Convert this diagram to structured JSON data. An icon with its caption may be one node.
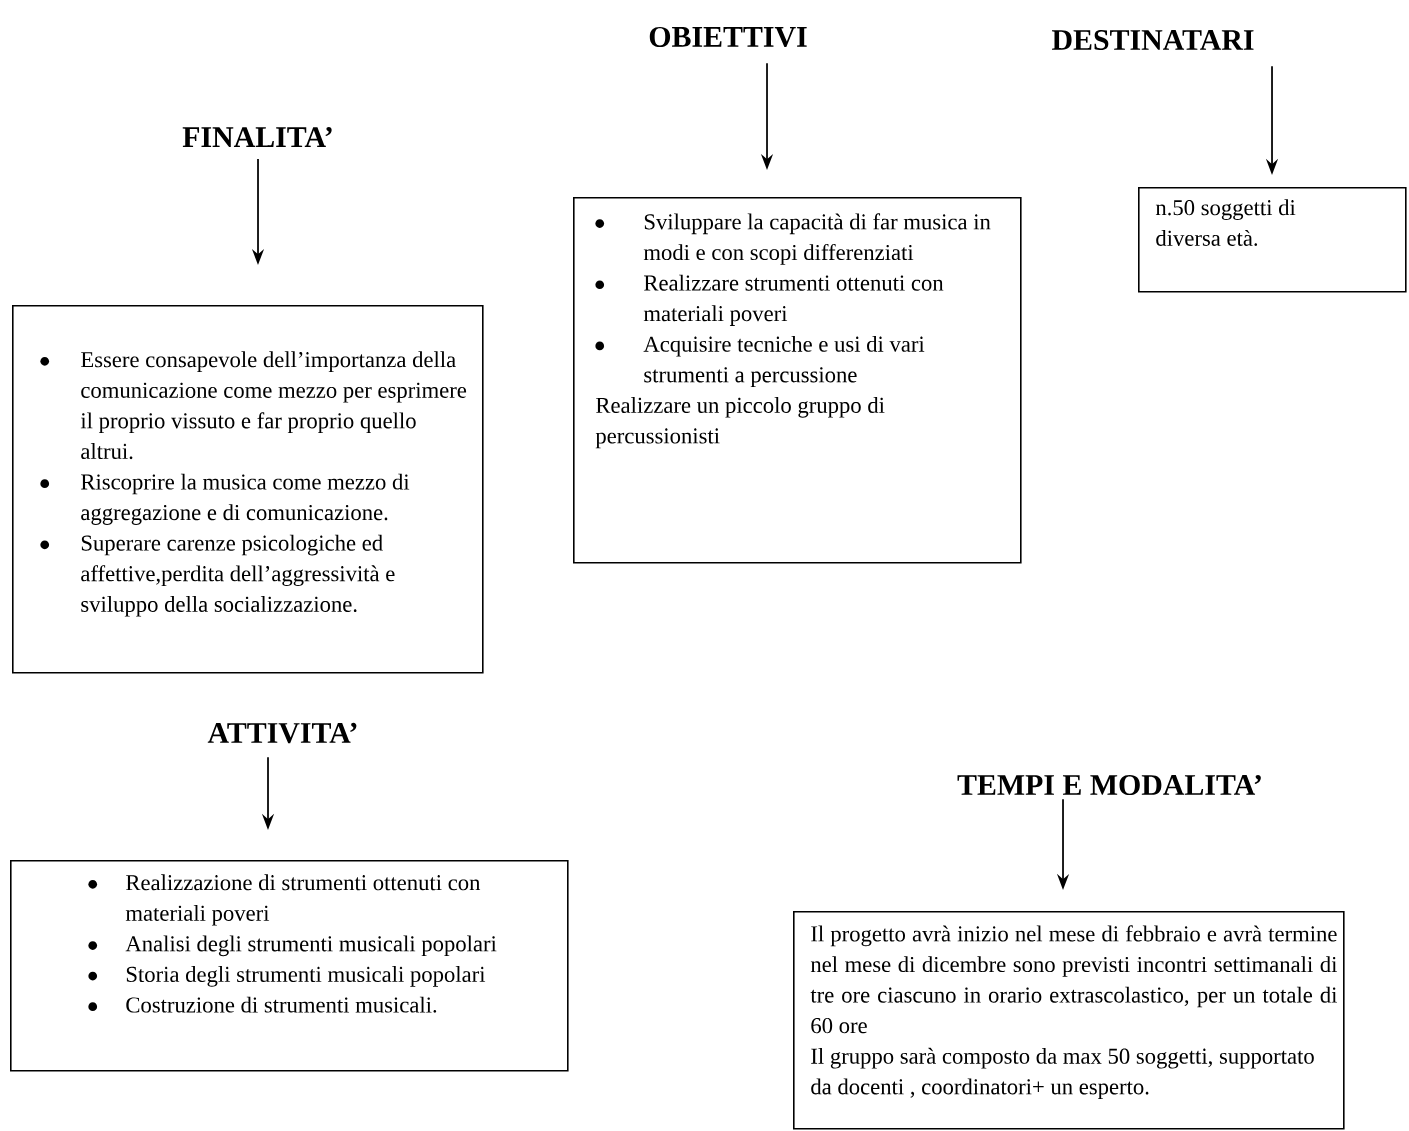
{
  "diagram": {
    "nodes": [
      {
        "text": [
          "FINALITA’"
        ]
      },
      {
        "text": [
          "Essere consapevole dell’importanza della comunicazione come mezzo per esprimere il proprio vissuto e far proprio quello altrui.",
          "Riscoprire la musica come mezzo di aggregazione e di comunicazione.",
          "Superare carenze psicologiche ed affettive,perdita dell’aggressività e sviluppo della socializzazione."
        ]
      },
      {
        "text": [
          "OBIETTIVI"
        ]
      },
      {
        "text": [
          "Sviluppare la capacità di far musica in modi e con scopi differenziati",
          "Realizzare strumenti ottenuti con materiali poveri",
          "Acquisire tecniche e usi di vari strumenti a percussione",
          "Realizzare un piccolo gruppo di percussionisti"
        ]
      },
      {
        "text": [
          "DESTINATARI"
        ]
      },
      {
        "text": [
          "n.50 soggetti di diversa età."
        ]
      },
      {
        "text": [
          "ATTIVITA’"
        ]
      },
      {
        "text": [
          "Realizzazione di strumenti ottenuti con materiali poveri",
          "Analisi degli strumenti musicali popolari",
          "Storia degli strumenti musicali popolari",
          "Costruzione di strumenti musicali."
        ]
      },
      {
        "text": [
          "TEMPI E MODALITA’"
        ]
      },
      {
        "text": [
          "Il progetto avrà inizio nel mese di febbraio e avrà termine nel mese di dicembre sono previsti incontri settimanali di tre ore ciascuno in orario extrascolastico, per un totale di 60 ore",
          "Il gruppo sarà composto da max 50 soggetti, supportato da docenti , coordinatori+ un esperto."
        ]
      }
    ],
    "edges": [
      {
        "from": 0,
        "to": 1,
        "arrow": "to"
      },
      {
        "from": 2,
        "to": 3,
        "arrow": "to"
      },
      {
        "from": 4,
        "to": 5,
        "arrow": "to"
      },
      {
        "from": 6,
        "to": 7,
        "arrow": "to"
      },
      {
        "from": 8,
        "to": 9,
        "arrow": "to"
      }
    ]
  }
}
